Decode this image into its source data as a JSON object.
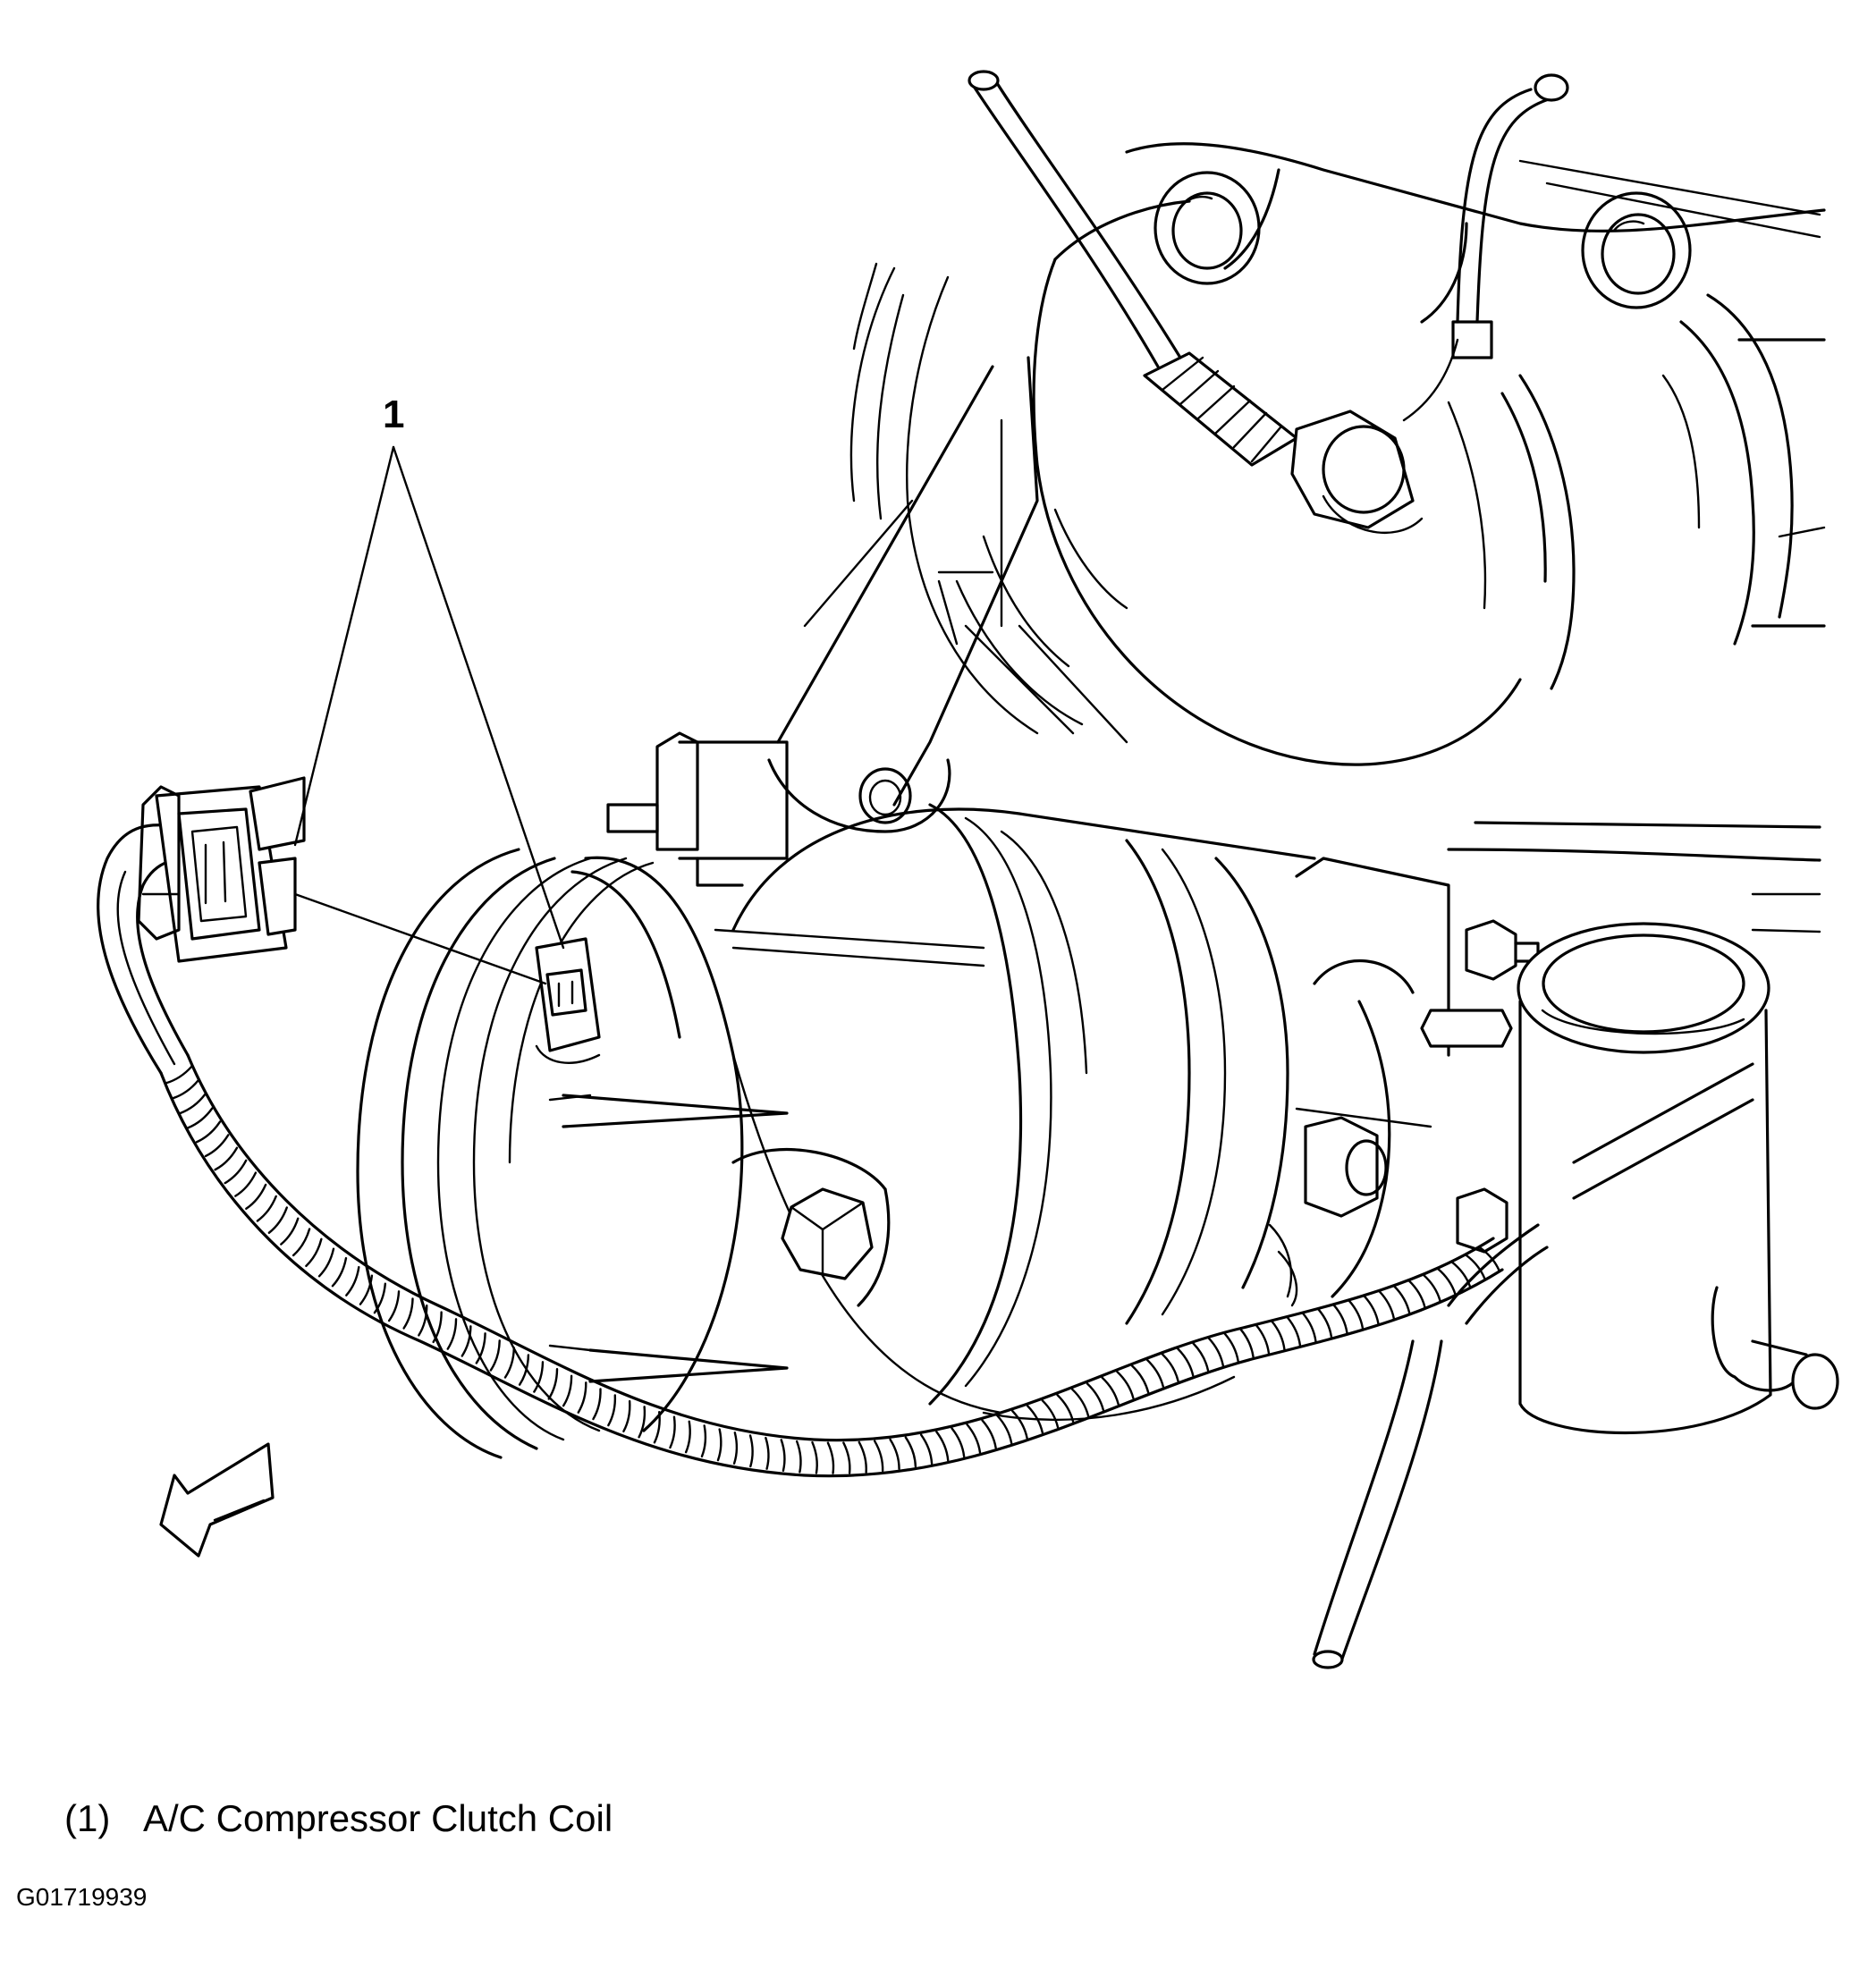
{
  "diagram": {
    "callouts": [
      {
        "id": "1",
        "text": "1"
      }
    ],
    "legend": [
      {
        "number": "(1)",
        "text": "A/C Compressor Clutch Coil"
      }
    ],
    "figure_id": "G01719939",
    "direction_arrow": "arrow-icon",
    "colors": {
      "line": "#000000",
      "background": "#ffffff"
    }
  }
}
